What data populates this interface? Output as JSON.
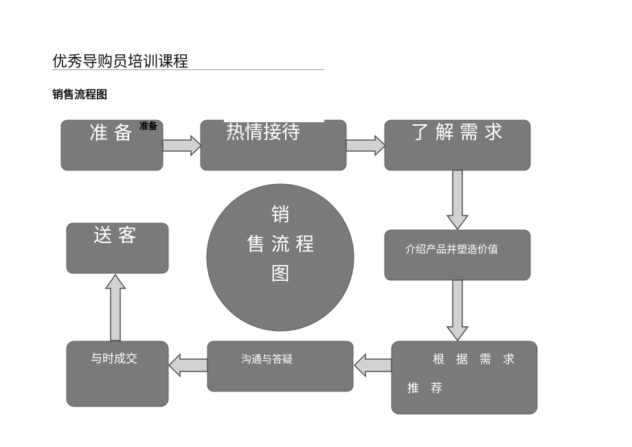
{
  "document": {
    "title": "优秀导购员培训课程",
    "subtitle": "销售流程图"
  },
  "center": {
    "line1": "销",
    "line2": "售 流 程",
    "line3": "图"
  },
  "steps": {
    "prepare": "准 备",
    "prepare_tag": "准备",
    "greet": "热情接待",
    "needs": "了 解 需 求",
    "introduce": "介绍产品并塑造价值",
    "recommend_line1": "根　据　需　求",
    "recommend_line2": "推　荐",
    "communicate": "沟通与答疑",
    "close": "与时成交",
    "farewell": "送 客"
  },
  "colors": {
    "box": "#7a7a7a",
    "arrow": "#d2d2d2",
    "text": "#ffffff"
  }
}
